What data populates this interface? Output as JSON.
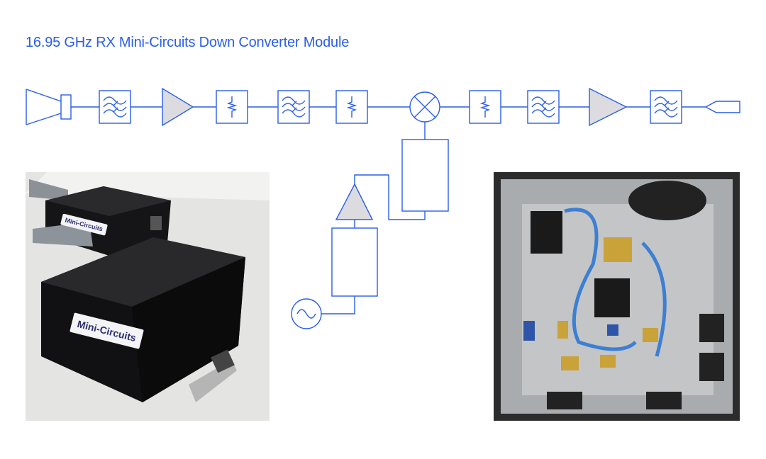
{
  "title": "16.95 GHz RX Mini-Circuits Down Converter Module",
  "colors": {
    "line": "#2a5ee8",
    "amp_fill": "#dcdce0"
  },
  "diagram": {
    "signal_chain": [
      "horn-antenna",
      "bandpass-filter",
      "amplifier",
      "attenuator",
      "bandpass-filter",
      "attenuator",
      "mixer",
      "attenuator",
      "bandpass-filter",
      "amplifier",
      "bandpass-filter",
      "output-connector"
    ],
    "lo_chain": [
      "oscillator",
      "block",
      "amplifier",
      "block"
    ]
  },
  "photos": {
    "left": {
      "brand_label": "Mini-Circuits"
    },
    "right": {}
  }
}
